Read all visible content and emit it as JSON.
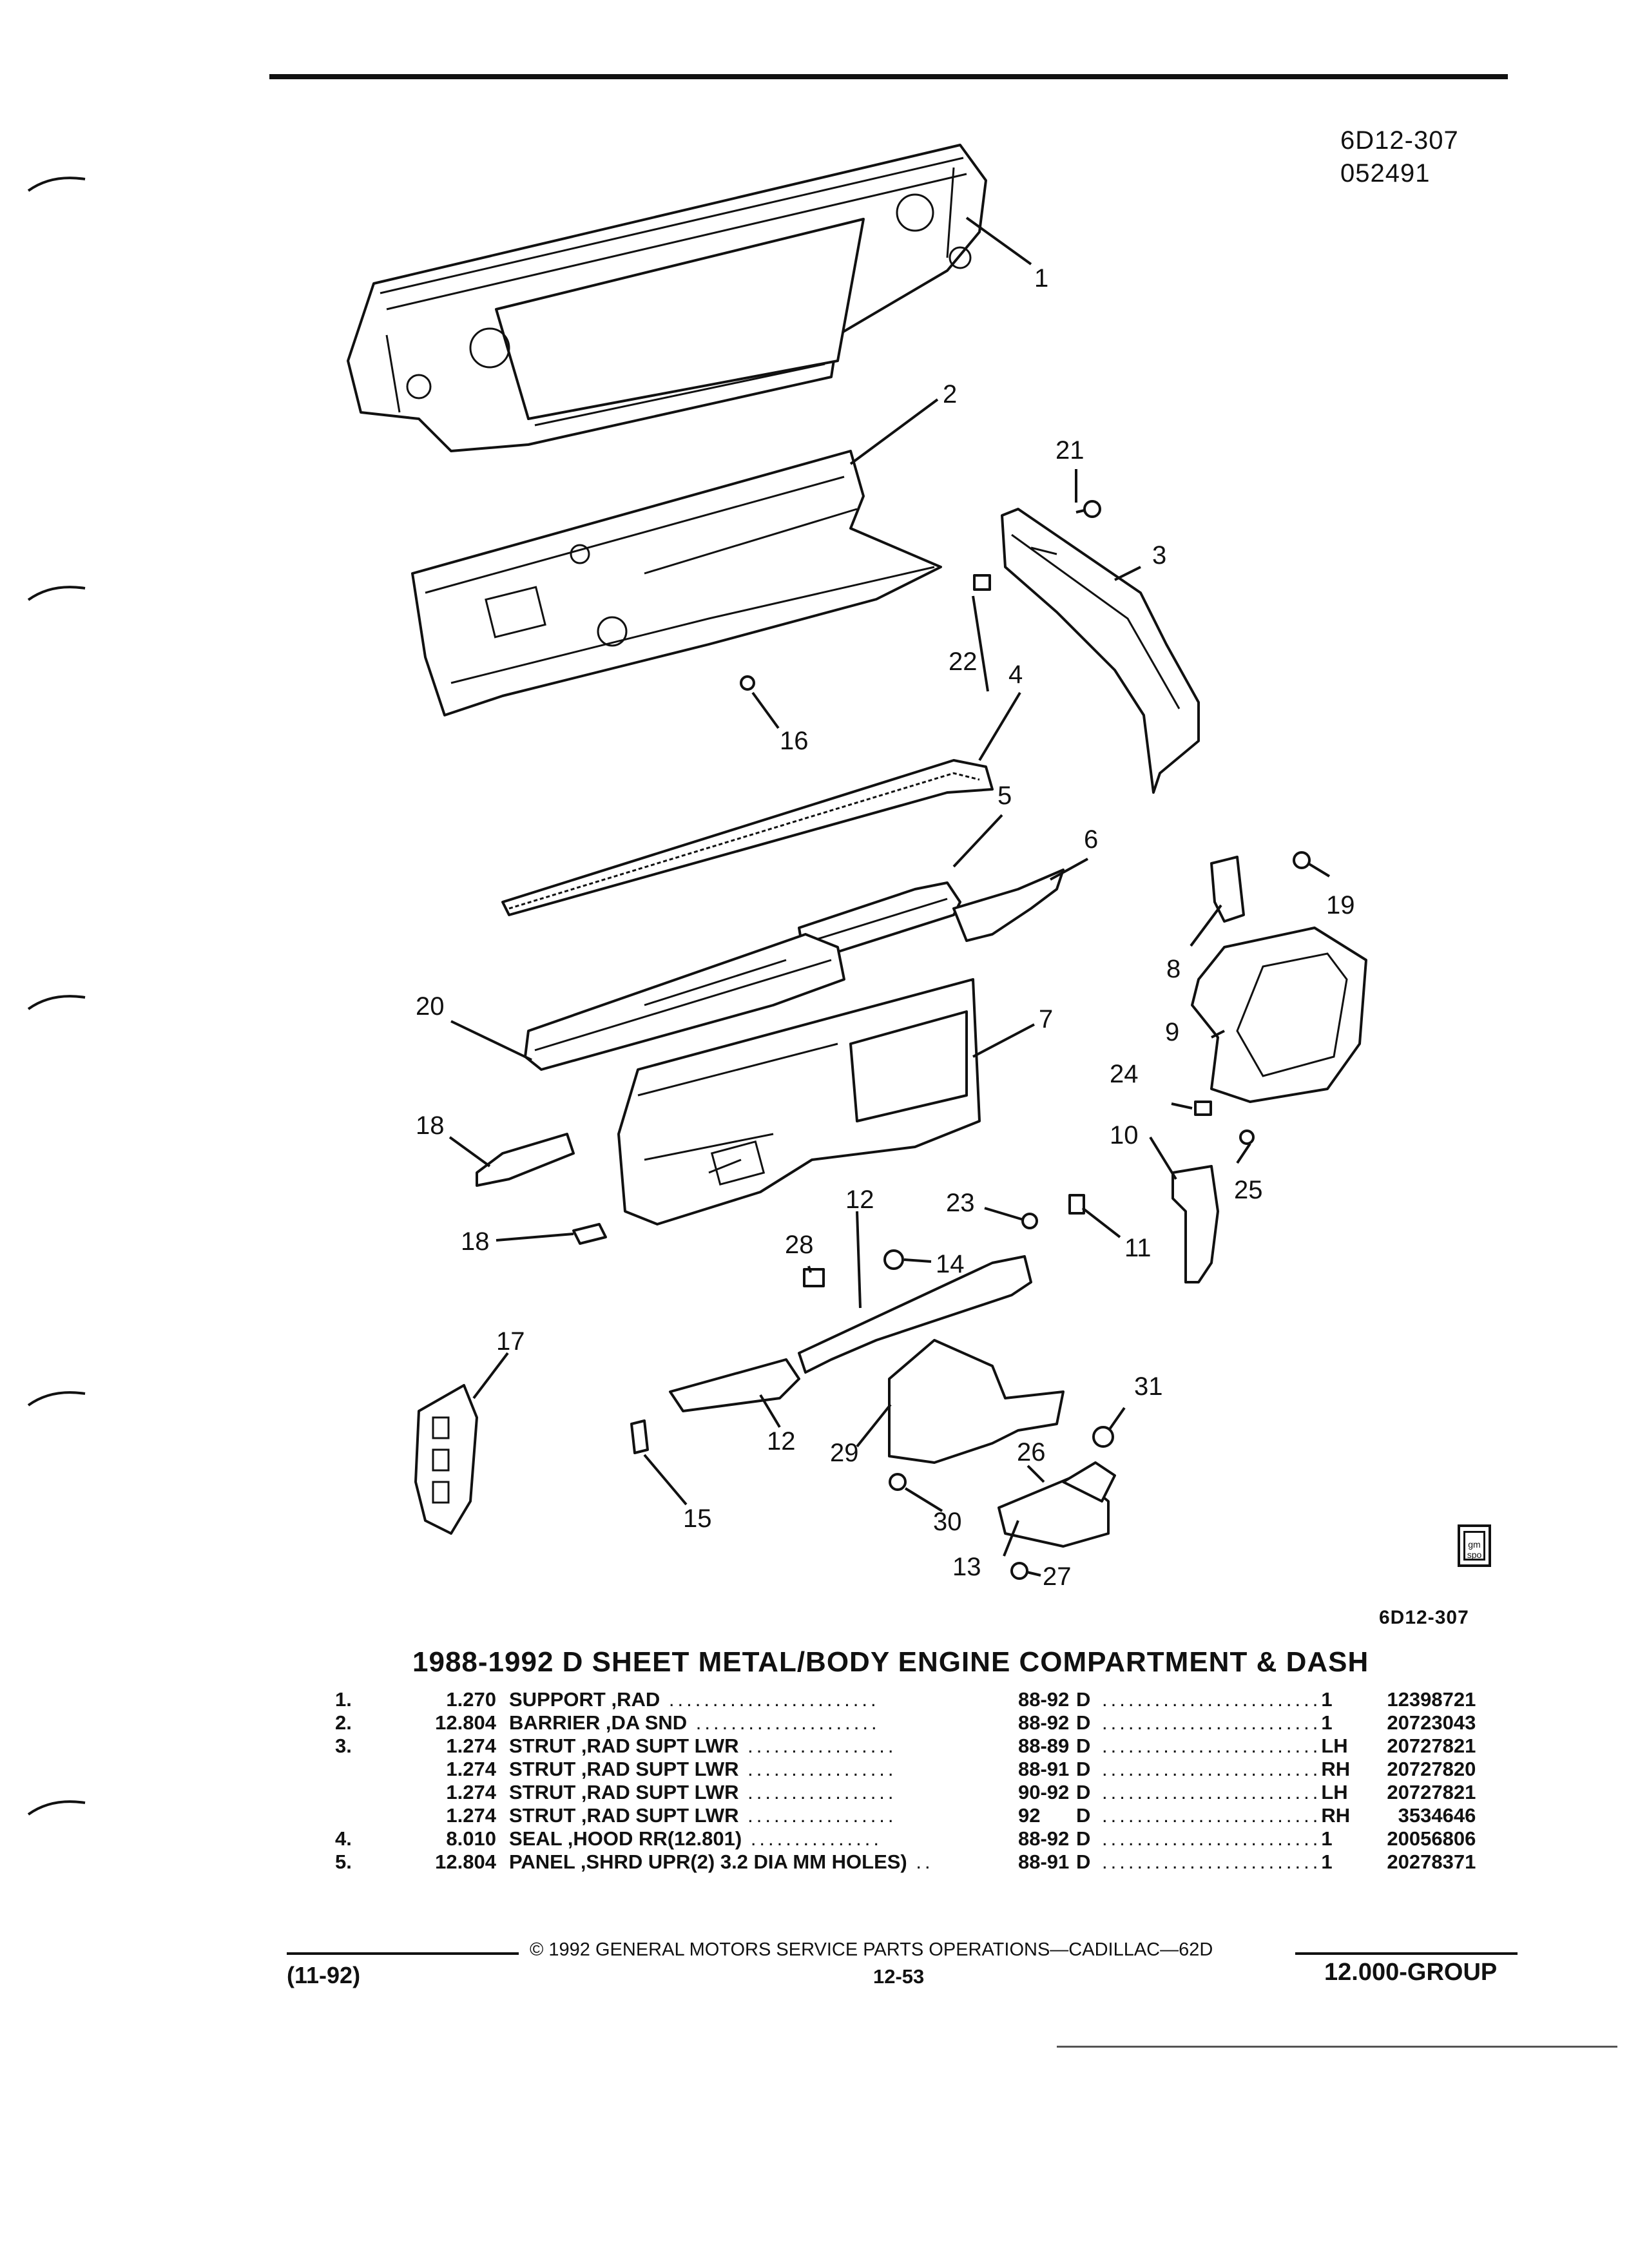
{
  "header": {
    "code": "6D12-307",
    "date": "052491"
  },
  "figure_ref": "6D12-307",
  "callouts": [
    "1",
    "2",
    "3",
    "4",
    "5",
    "6",
    "7",
    "8",
    "9",
    "10",
    "11",
    "12",
    "12",
    "13",
    "14",
    "15",
    "16",
    "17",
    "18",
    "18",
    "19",
    "20",
    "21",
    "22",
    "23",
    "24",
    "25",
    "26",
    "27",
    "28",
    "29",
    "30",
    "31"
  ],
  "section_title": "1988-1992 D SHEET METAL/BODY ENGINE COMPARTMENT & DASH",
  "parts": [
    {
      "item": "1.",
      "code": "1.270",
      "description": "SUPPORT ,RAD",
      "years": "88-92",
      "series": "D",
      "qty": "1",
      "part_no": "12398721"
    },
    {
      "item": "2.",
      "code": "12.804",
      "description": "BARRIER ,DA SND",
      "years": "88-92",
      "series": "D",
      "qty": "1",
      "part_no": "20723043"
    },
    {
      "item": "3.",
      "code": "1.274",
      "description": "STRUT ,RAD SUPT LWR",
      "years": "88-89",
      "series": "D",
      "qty": "LH",
      "part_no": "20727821"
    },
    {
      "item": "",
      "code": "1.274",
      "description": "STRUT ,RAD SUPT LWR",
      "years": "88-91",
      "series": "D",
      "qty": "RH",
      "part_no": "20727820"
    },
    {
      "item": "",
      "code": "1.274",
      "description": "STRUT ,RAD SUPT LWR",
      "years": "90-92",
      "series": "D",
      "qty": "LH",
      "part_no": "20727821"
    },
    {
      "item": "",
      "code": "1.274",
      "description": "STRUT ,RAD SUPT LWR",
      "years": "92",
      "series": "D",
      "qty": "RH",
      "part_no": "3534646"
    },
    {
      "item": "4.",
      "code": "8.010",
      "description": "SEAL ,HOOD RR(12.801)",
      "years": "88-92",
      "series": "D",
      "qty": "1",
      "part_no": "20056806"
    },
    {
      "item": "5.",
      "code": "12.804",
      "description": "PANEL ,SHRD UPR(2) 3.2 DIA MM HOLES)",
      "years": "88-91",
      "series": "D",
      "qty": "1",
      "part_no": "20278371"
    }
  ],
  "footer": {
    "copyright": "© 1992 GENERAL MOTORS SERVICE PARTS OPERATIONS—CADILLAC—62D",
    "revision": "(11-92)",
    "page": "12-53",
    "group": "12.000-GROUP"
  }
}
